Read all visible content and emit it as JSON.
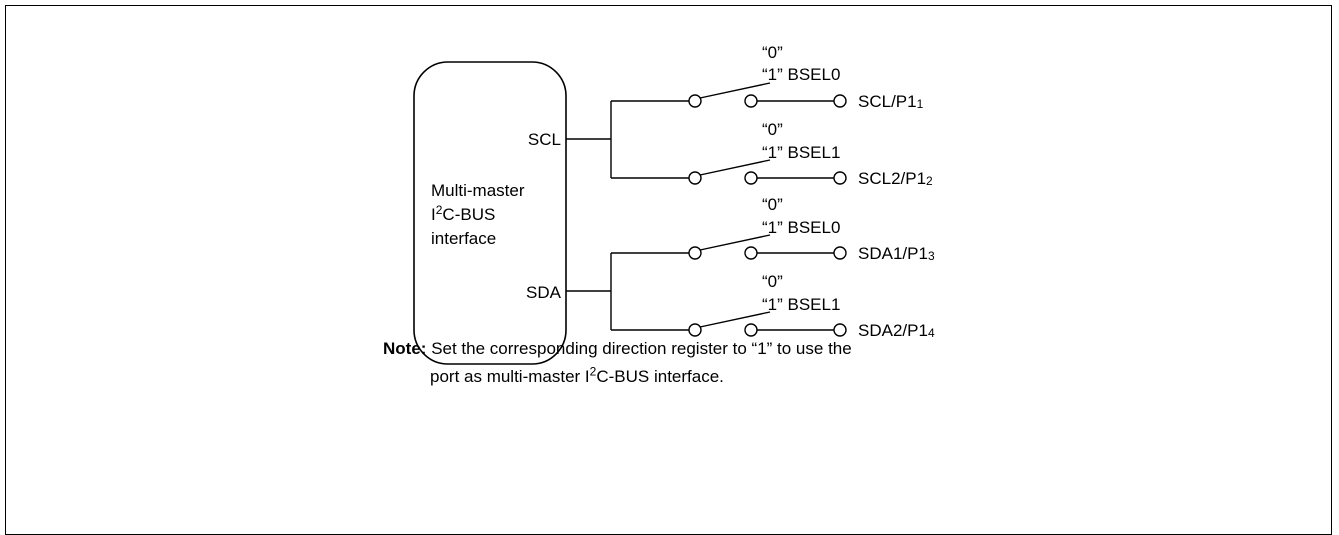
{
  "block": {
    "line1": "Multi-master",
    "line2_pre": "I",
    "line2_sup": "2",
    "line2_post": "C-BUS",
    "line3": "interface"
  },
  "pins": {
    "scl": "SCL",
    "sda": "SDA"
  },
  "switches": [
    {
      "zero": "“0”",
      "one": "“1” BSEL0",
      "out_main": "SCL/P1",
      "out_sub": "1"
    },
    {
      "zero": "“0”",
      "one": "“1” BSEL1",
      "out_main": "SCL2/P1",
      "out_sub": "2"
    },
    {
      "zero": "“0”",
      "one": "“1” BSEL0",
      "out_main": "SDA1/P1",
      "out_sub": "3"
    },
    {
      "zero": "“0”",
      "one": "“1” BSEL1",
      "out_main": "SDA2/P1",
      "out_sub": "4"
    }
  ],
  "note": {
    "label": "Note:",
    "line1": "Set the corresponding direction register to “1” to use the",
    "line2_pre": "port as multi-master I",
    "line2_sup": "2",
    "line2_post": "C-BUS interface."
  }
}
